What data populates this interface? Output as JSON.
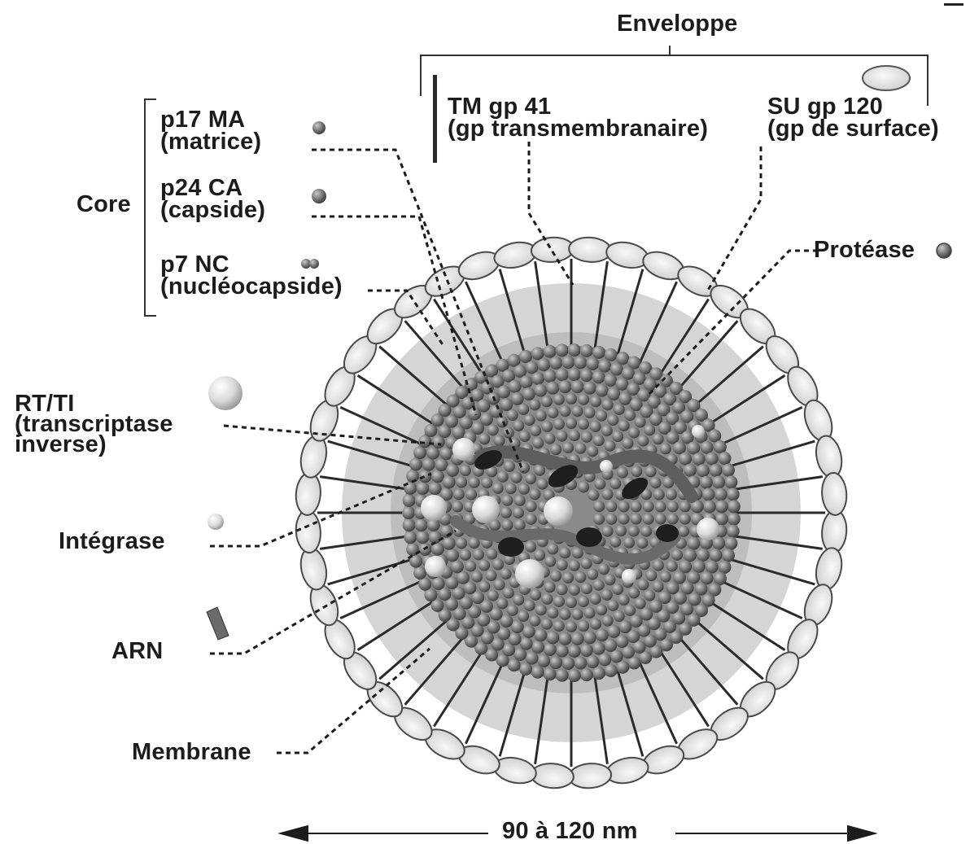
{
  "labels": {
    "enveloppe": "Enveloppe",
    "tm_line1": "TM gp 41",
    "tm_line2": "(gp transmembranaire)",
    "su_line1": "SU gp 120",
    "su_line2": "(gp de surface)",
    "core": "Core",
    "p17_line1": "p17 MA",
    "p17_line2": "(matrice)",
    "p24_line1": "p24 CA",
    "p24_line2": "(capside)",
    "p7_line1": "p7 NC",
    "p7_line2": "(nucléocapside)",
    "protease": "Protéase",
    "rt_line1": "RT/TI",
    "rt_line2": "(transcriptase",
    "rt_line3": "inverse)",
    "integrase": "Intégrase",
    "arn": "ARN",
    "membrane": "Membrane",
    "size": "90 à 120 nm"
  },
  "colors": {
    "ink": "#1c1c1c",
    "envelope_ring": "#d4d4d4",
    "capsid_sphere": "#7d7d7d",
    "enzyme_sphere": "#e6e6e6",
    "rna_strand": "#6b6b6b",
    "protein_dark": "#1e1e1e"
  }
}
